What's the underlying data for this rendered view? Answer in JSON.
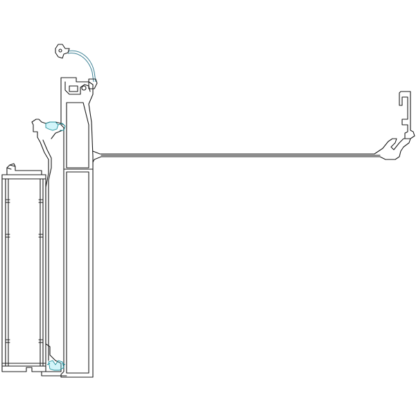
{
  "drawing": {
    "kind": "aluminium-profile-cross-section",
    "colors": {
      "background": "#ffffff",
      "profile_stroke": "#1a1a1a",
      "gasket_stroke": "#1f8f9a",
      "gasket_fill": "#7fe3f0",
      "cable_stroke": "#3a7f93"
    },
    "components": [
      {
        "id": "sash-frame",
        "label": ""
      },
      {
        "id": "mullion-profile",
        "label": ""
      },
      {
        "id": "glazing-bead-top",
        "label": ""
      },
      {
        "id": "cover-arm",
        "label": ""
      },
      {
        "id": "end-clip",
        "label": ""
      },
      {
        "id": "gasket-upper",
        "label": ""
      },
      {
        "id": "gasket-lower",
        "label": ""
      },
      {
        "id": "cable-seal",
        "label": ""
      }
    ]
  }
}
